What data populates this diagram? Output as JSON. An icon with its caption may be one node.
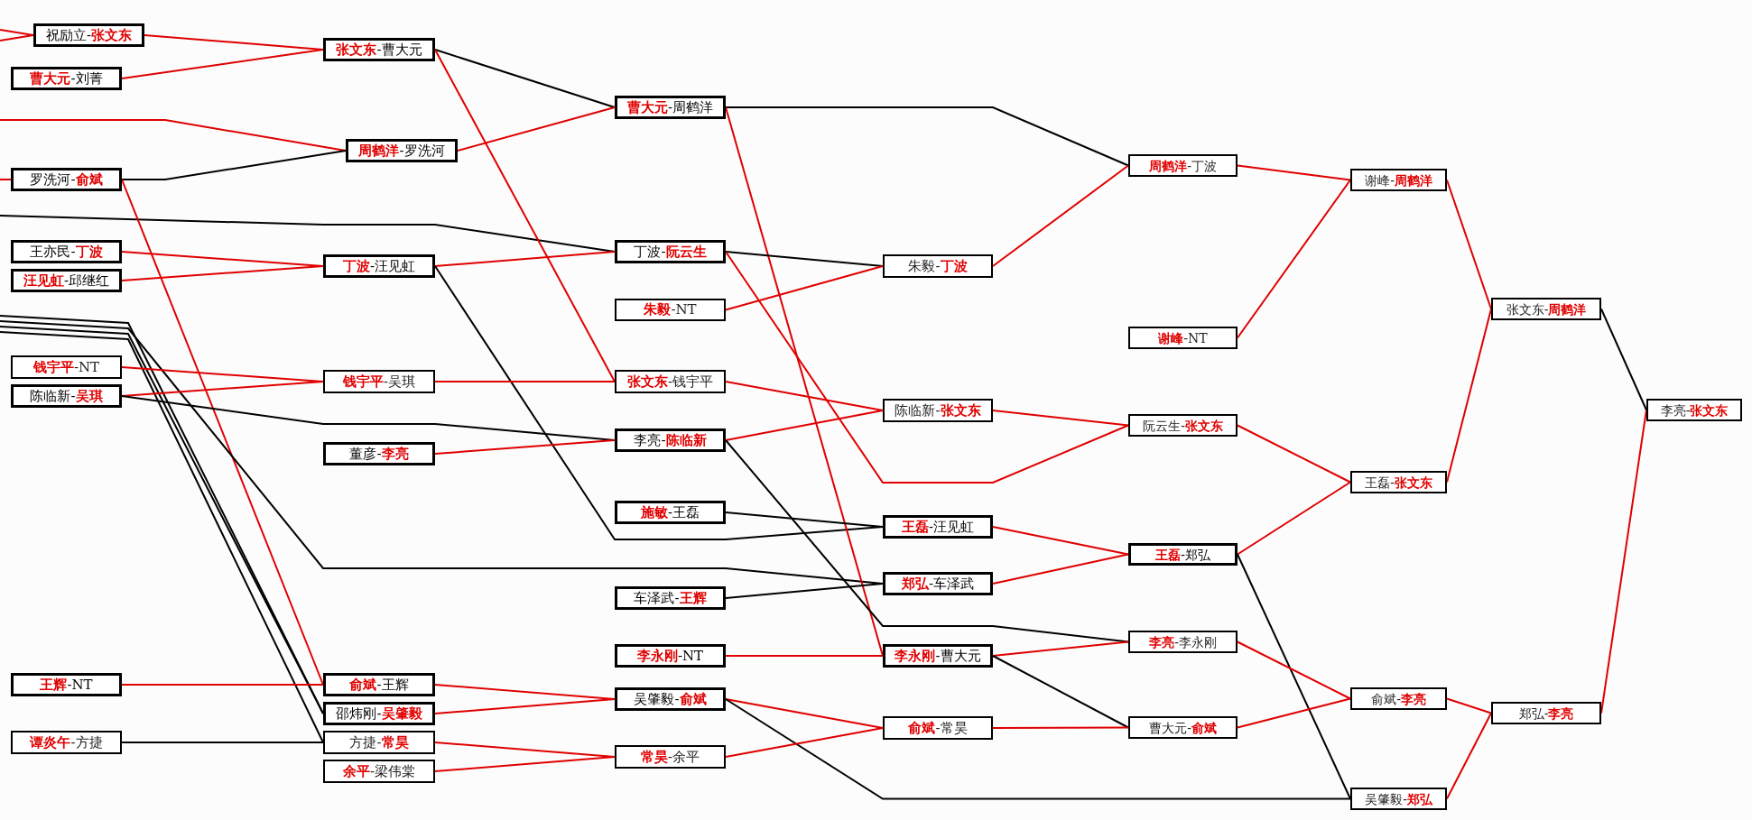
{
  "diagram": {
    "nodes": [
      {
        "text": [
          "祝励立-**张文东**"
        ]
      },
      {
        "text": [
          "**曹大元**-刘菁"
        ]
      },
      {
        "text": [
          "罗洗河-**俞斌**"
        ]
      },
      {
        "text": [
          "王亦民-**丁波**"
        ]
      },
      {
        "text": [
          "**汪见虹**-邱继红"
        ]
      },
      {
        "text": [
          "**钱宇平**-NT"
        ]
      },
      {
        "text": [
          "陈临新-**吴琪**"
        ]
      },
      {
        "text": [
          "**王辉**-NT"
        ]
      },
      {
        "text": [
          "**谭炎午**-方捷"
        ]
      },
      {
        "text": [
          "**张文东**-曹大元"
        ]
      },
      {
        "text": [
          "**周鹤洋**-罗洗河"
        ]
      },
      {
        "text": [
          "**丁波**-汪见虹"
        ]
      },
      {
        "text": [
          "**钱宇平**-吴琪"
        ]
      },
      {
        "text": [
          "董彦-**李亮**"
        ]
      },
      {
        "text": [
          "**俞斌**-王辉"
        ]
      },
      {
        "text": [
          "邵炜刚-**吴肇毅**"
        ]
      },
      {
        "text": [
          "方捷-**常昊**"
        ]
      },
      {
        "text": [
          "**余平**-梁伟棠"
        ]
      },
      {
        "text": [
          "**曹大元**-周鹤洋"
        ]
      },
      {
        "text": [
          "丁波-**阮云生**"
        ]
      },
      {
        "text": [
          "**朱毅**-NT"
        ]
      },
      {
        "text": [
          "**张文东**-钱宇平"
        ]
      },
      {
        "text": [
          "李亮-**陈临新**"
        ]
      },
      {
        "text": [
          "**施敏**-王磊"
        ]
      },
      {
        "text": [
          "车泽武-**王辉**"
        ]
      },
      {
        "text": [
          "**李永刚**-NT"
        ]
      },
      {
        "text": [
          "吴肇毅-**俞斌**"
        ]
      },
      {
        "text": [
          "**常昊**-余平"
        ]
      },
      {
        "text": [
          "朱毅-**丁波**"
        ]
      },
      {
        "text": [
          "陈临新-**张文东**"
        ]
      },
      {
        "text": [
          "**王磊**-汪见虹"
        ]
      },
      {
        "text": [
          "**郑弘**-车泽武"
        ]
      },
      {
        "text": [
          "**李永刚**-曹大元"
        ]
      },
      {
        "text": [
          "**俞斌**-常昊"
        ]
      },
      {
        "text": [
          "**周鹤洋**-丁波"
        ]
      },
      {
        "text": [
          "**谢峰**-NT"
        ]
      },
      {
        "text": [
          "阮云生-**张文东**"
        ]
      },
      {
        "text": [
          "**王磊**-郑弘"
        ]
      },
      {
        "text": [
          "**李亮**-李永刚"
        ]
      },
      {
        "text": [
          "曹大元-**俞斌**"
        ]
      },
      {
        "text": [
          "谢峰-**周鹤洋**"
        ]
      },
      {
        "text": [
          "王磊-**张文东**"
        ]
      },
      {
        "text": [
          "俞斌-**李亮**"
        ]
      },
      {
        "text": [
          "吴肇毅-**郑弘**"
        ]
      },
      {
        "text": [
          "张文东-**周鹤洋**"
        ]
      },
      {
        "text": [
          "郑弘-**李亮**"
        ]
      },
      {
        "text": [
          "李亮-**张文东**"
        ]
      }
    ],
    "edges": [
      {
        "from": null,
        "to": 0,
        "arrow": "none"
      },
      {
        "from": null,
        "to": 0,
        "arrow": "none"
      },
      {
        "from": 0,
        "to": 9,
        "arrow": "none"
      },
      {
        "from": 1,
        "to": 9,
        "arrow": "none"
      },
      {
        "from": null,
        "to": 2,
        "arrow": "none"
      },
      {
        "from": null,
        "to": 10,
        "arrow": "none"
      },
      {
        "from": 2,
        "to": 10,
        "arrow": "none",
        "color": "#000000"
      },
      {
        "from": null,
        "to": 19,
        "arrow": "none",
        "color": "#000000"
      },
      {
        "from": 2,
        "to": 14,
        "arrow": "none"
      },
      {
        "from": 3,
        "to": 11,
        "arrow": "none"
      },
      {
        "from": 4,
        "to": 11,
        "arrow": "none"
      },
      {
        "from": null,
        "to": 15,
        "arrow": "none",
        "color": "#000000"
      },
      {
        "from": null,
        "to": 31,
        "arrow": "none",
        "color": "#000000"
      },
      {
        "from": null,
        "to": 15,
        "arrow": "none",
        "color": "#000000"
      },
      {
        "from": null,
        "to": 16,
        "arrow": "none",
        "color": "#000000"
      },
      {
        "from": 5,
        "to": 12,
        "arrow": "none"
      },
      {
        "from": 6,
        "to": 12,
        "arrow": "none"
      },
      {
        "from": 6,
        "to": 22,
        "arrow": "none",
        "color": "#000000"
      },
      {
        "from": 7,
        "to": 14,
        "arrow": "none"
      },
      {
        "from": 8,
        "to": 16,
        "arrow": "none",
        "color": "#000000"
      },
      {
        "from": 9,
        "to": 18,
        "arrow": "none",
        "color": "#000000"
      },
      {
        "from": 9,
        "to": 21,
        "arrow": "none"
      },
      {
        "from": 10,
        "to": 18,
        "arrow": "none"
      },
      {
        "from": 11,
        "to": 19,
        "arrow": "none"
      },
      {
        "from": 11,
        "to": 30,
        "arrow": "none",
        "color": "#000000"
      },
      {
        "from": 12,
        "to": 21,
        "arrow": "none"
      },
      {
        "from": 13,
        "to": 22,
        "arrow": "none"
      },
      {
        "from": 14,
        "to": 26,
        "arrow": "none"
      },
      {
        "from": 15,
        "to": 26,
        "arrow": "none"
      },
      {
        "from": 16,
        "to": 27,
        "arrow": "none"
      },
      {
        "from": 17,
        "to": 27,
        "arrow": "none"
      },
      {
        "from": 18,
        "to": 34,
        "arrow": "none",
        "color": "#000000"
      },
      {
        "from": 18,
        "to": 32,
        "arrow": "none"
      },
      {
        "from": 19,
        "to": 28,
        "arrow": "none",
        "color": "#000000"
      },
      {
        "from": 19,
        "to": 36,
        "arrow": "none"
      },
      {
        "from": 20,
        "to": 28,
        "arrow": "none"
      },
      {
        "from": 21,
        "to": 29,
        "arrow": "none"
      },
      {
        "from": 22,
        "to": 29,
        "arrow": "none"
      },
      {
        "from": 22,
        "to": 38,
        "arrow": "none",
        "color": "#000000"
      },
      {
        "from": 23,
        "to": 30,
        "arrow": "none",
        "color": "#000000"
      },
      {
        "from": 24,
        "to": 31,
        "arrow": "none",
        "color": "#000000"
      },
      {
        "from": 25,
        "to": 32,
        "arrow": "none"
      },
      {
        "from": 26,
        "to": 33,
        "arrow": "none"
      },
      {
        "from": 26,
        "to": 43,
        "arrow": "none",
        "color": "#000000"
      },
      {
        "from": 27,
        "to": 33,
        "arrow": "none"
      },
      {
        "from": 28,
        "to": 34,
        "arrow": "none"
      },
      {
        "from": 29,
        "to": 36,
        "arrow": "none"
      },
      {
        "from": 30,
        "to": 37,
        "arrow": "none"
      },
      {
        "from": 31,
        "to": 37,
        "arrow": "none"
      },
      {
        "from": 32,
        "to": 38,
        "arrow": "none"
      },
      {
        "from": 32,
        "to": 39,
        "arrow": "none",
        "color": "#000000"
      },
      {
        "from": 33,
        "to": 39,
        "arrow": "none"
      },
      {
        "from": 34,
        "to": 40,
        "arrow": "none"
      },
      {
        "from": 35,
        "to": 40,
        "arrow": "none"
      },
      {
        "from": 36,
        "to": 41,
        "arrow": "none"
      },
      {
        "from": 37,
        "to": 41,
        "arrow": "none"
      },
      {
        "from": 37,
        "to": 43,
        "arrow": "none",
        "color": "#000000"
      },
      {
        "from": 38,
        "to": 42,
        "arrow": "none"
      },
      {
        "from": 39,
        "to": 42,
        "arrow": "none"
      },
      {
        "from": 40,
        "to": 44,
        "arrow": "none"
      },
      {
        "from": 41,
        "to": 44,
        "arrow": "none"
      },
      {
        "from": 42,
        "to": 45,
        "arrow": "none"
      },
      {
        "from": 43,
        "to": 45,
        "arrow": "none"
      },
      {
        "from": 44,
        "to": 46,
        "arrow": "none",
        "color": "#000000"
      },
      {
        "from": 45,
        "to": 46,
        "arrow": "none"
      }
    ]
  }
}
